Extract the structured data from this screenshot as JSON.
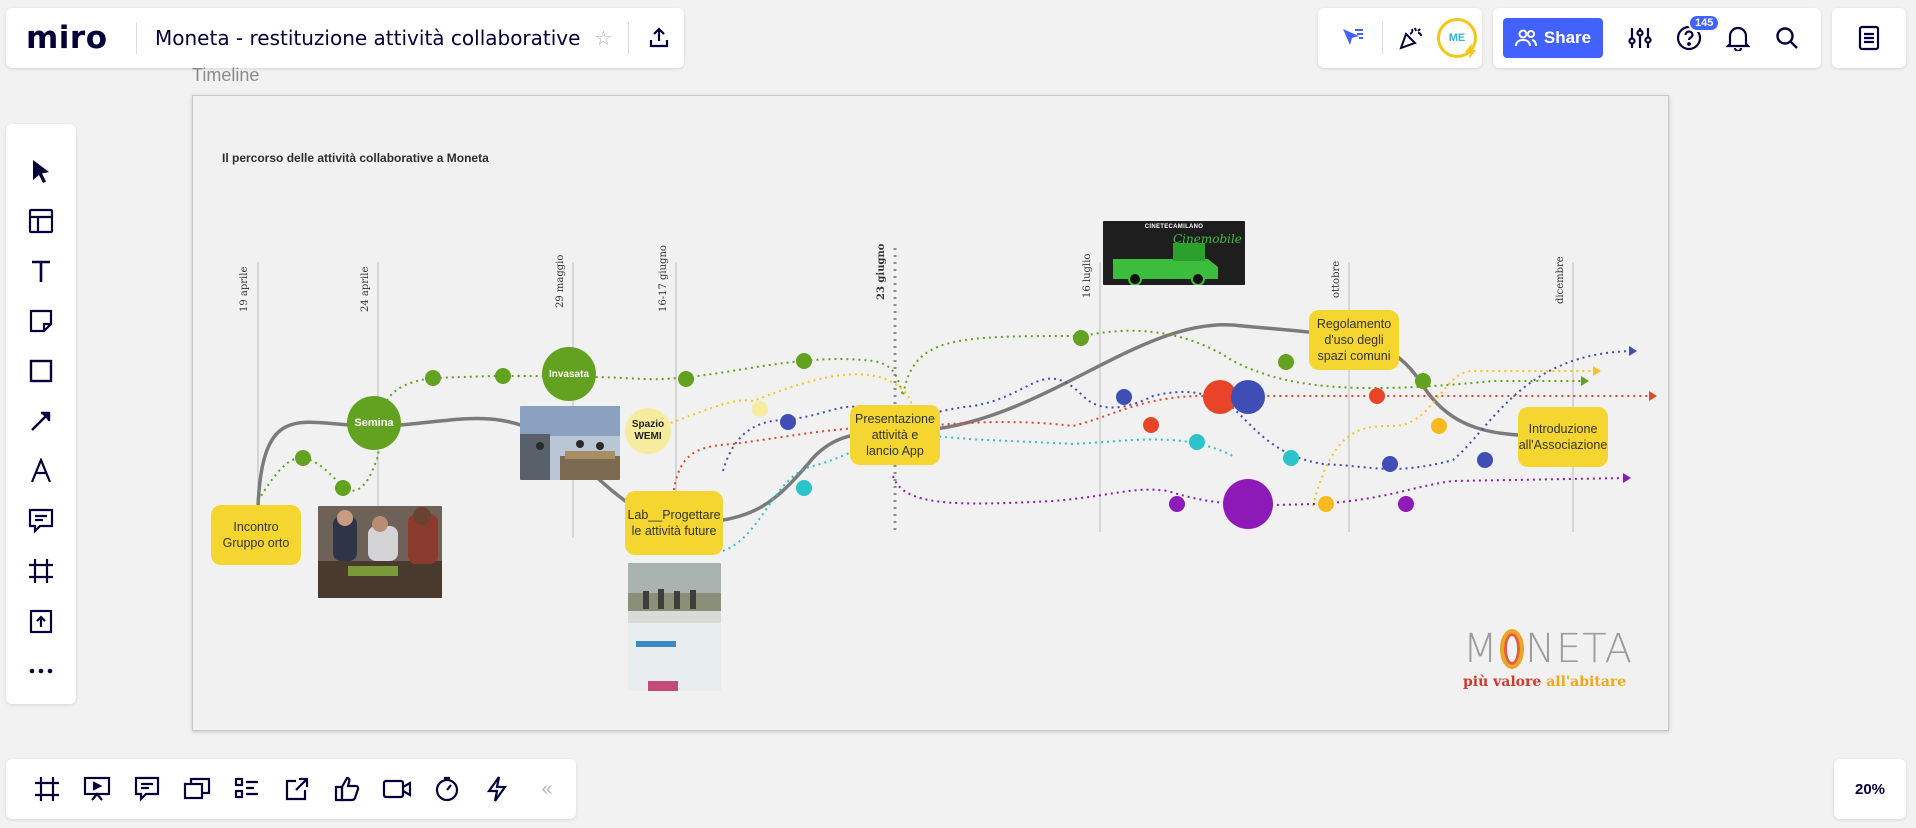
{
  "app": {
    "logo": "miro",
    "board_title": "Moneta - restituzione attività collaborative"
  },
  "header": {
    "share_label": "Share",
    "help_badge": "145",
    "avatar_initials": "ME"
  },
  "zoom": {
    "level": "20%"
  },
  "frame": {
    "label": "Timeline"
  },
  "canvas": {
    "title": "Il percorso delle attività collaborative a Moneta",
    "dates": [
      "19 aprile",
      "24 aprile",
      "29 maggio",
      "16-17 giugno",
      "23 giugno",
      "16 luglio",
      "ottobre",
      "dicembre"
    ],
    "stickies": {
      "incontro": "Incontro Gruppo orto",
      "lab": "Lab__Progettare le attività future",
      "presentazione": "Presentazione attività e lancio App",
      "regolamento": "Regolamento d'uso degli spazi comuni",
      "introduzione": "Introduzione all'Associazione"
    },
    "nodes": {
      "semina": "Semina",
      "invasata": "Invasata",
      "wemi": "Spazio WEMI"
    },
    "logo": {
      "word_left": "M",
      "word_right": "NETA",
      "sub_1": "più valore",
      "sub_2": "all'abitare"
    },
    "poster_text": "CINETECAMILANO"
  },
  "colors": {
    "accent": "#4262ff",
    "sticky": "#f5d631",
    "green": "#63a120",
    "purple": "#8e1ab8",
    "blue": "#3f4db5",
    "red": "#e8442a",
    "cyan": "#2cc3c9",
    "gold": "#f8b91d"
  },
  "icons": {
    "left_toolbar": [
      "select-icon",
      "templates-icon",
      "text-icon",
      "sticky-note-icon",
      "shape-icon",
      "connector-icon",
      "pen-icon",
      "comment-icon",
      "frame-icon",
      "upload-icon",
      "more-icon"
    ],
    "bottom_toolbar": [
      "frames-icon",
      "presentation-icon",
      "comments-icon",
      "cards-icon",
      "outline-icon",
      "share-screen-icon",
      "voting-icon",
      "video-icon",
      "timer-icon",
      "activity-icon"
    ]
  }
}
